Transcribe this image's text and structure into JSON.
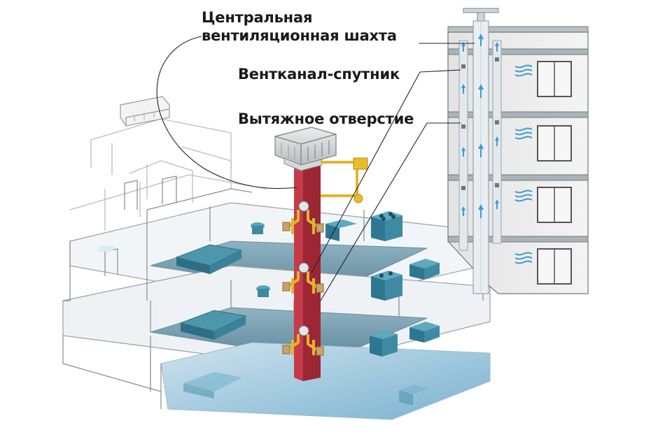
{
  "labels": {
    "central_shaft_line1": "Центральная",
    "central_shaft_line2": "вентиляционная шахта",
    "satellite_duct": "Вентканал-спутник",
    "exhaust_opening": "Вытяжное отверстие"
  },
  "icons": [
    "roof-fan-icon",
    "exhaust-vent-icon",
    "airflow-arrow-icon",
    "window-icon",
    "bed-icon",
    "toilet-icon",
    "stove-icon",
    "armchair-icon"
  ],
  "colors": {
    "shaft": "#b12e3a",
    "shaft_dark": "#8a1f2b",
    "floor_slab": "#7fa3b4",
    "furniture": "#3e8aa3",
    "duct": "#e0b628",
    "airflow": "#4aa3c9",
    "outline": "#555555"
  }
}
